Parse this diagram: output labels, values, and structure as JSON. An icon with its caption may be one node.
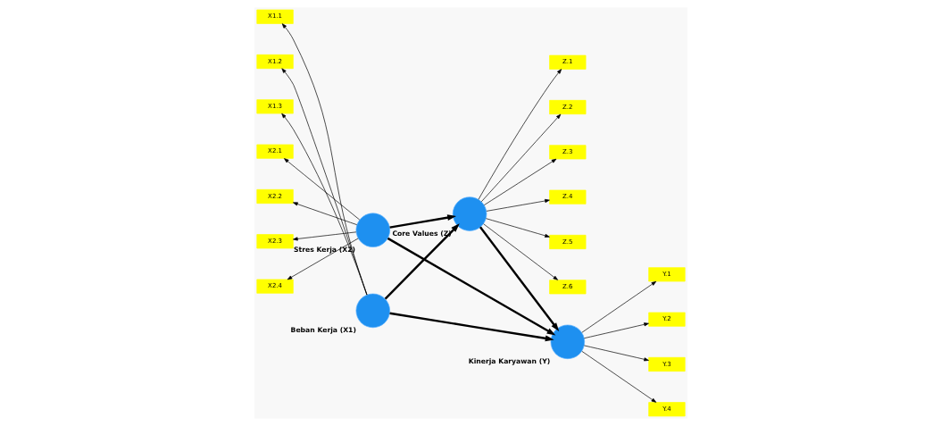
{
  "diagram": {
    "nodes": [
      {
        "text": [
          "X1.1"
        ]
      },
      {
        "text": [
          "X1.2"
        ]
      },
      {
        "text": [
          "X1.3"
        ]
      },
      {
        "text": [
          "Beban Kerja (X1)"
        ]
      },
      {
        "text": [
          "Z.1"
        ]
      },
      {
        "text": [
          "Z.2"
        ]
      },
      {
        "text": [
          "Z.3"
        ]
      },
      {
        "text": [
          "Z.4"
        ]
      },
      {
        "text": [
          "Z.5"
        ]
      },
      {
        "text": [
          "Z.6"
        ]
      },
      {
        "text": [
          "Y.1"
        ]
      },
      {
        "text": [
          "Y.2"
        ]
      },
      {
        "text": [
          "Y.3"
        ]
      },
      {
        "text": [
          "Y.4"
        ]
      },
      {
        "text": [
          "Core Values (Z)"
        ]
      },
      {
        "text": [
          "Kinerja Karyawan (Y)"
        ]
      },
      {
        "text": [
          "X2.1"
        ]
      },
      {
        "text": [
          "X2.2"
        ]
      },
      {
        "text": [
          "X2.3"
        ]
      },
      {
        "text": [
          "X2.4"
        ]
      },
      {
        "text": [
          "Stres Kerja (X2)"
        ]
      }
    ],
    "edges": [
      {
        "from": 3,
        "to": 0,
        "arrow": "to"
      },
      {
        "from": 3,
        "to": 1,
        "arrow": "to"
      },
      {
        "from": 3,
        "to": 2,
        "arrow": "to"
      },
      {
        "from": 14,
        "to": 4,
        "arrow": "to"
      },
      {
        "from": 14,
        "to": 5,
        "arrow": "to"
      },
      {
        "from": 14,
        "to": 6,
        "arrow": "to"
      },
      {
        "from": 14,
        "to": 7,
        "arrow": "to"
      },
      {
        "from": 14,
        "to": 8,
        "arrow": "to"
      },
      {
        "from": 14,
        "to": 9,
        "arrow": "to"
      },
      {
        "from": 15,
        "to": 10,
        "arrow": "to"
      },
      {
        "from": 15,
        "to": 11,
        "arrow": "to"
      },
      {
        "from": 15,
        "to": 12,
        "arrow": "to"
      },
      {
        "from": 15,
        "to": 13,
        "arrow": "to"
      },
      {
        "from": 20,
        "to": 16,
        "arrow": "to"
      },
      {
        "from": 20,
        "to": 17,
        "arrow": "to"
      },
      {
        "from": 20,
        "to": 18,
        "arrow": "to"
      },
      {
        "from": 20,
        "to": 19,
        "arrow": "to"
      },
      {
        "from": 3,
        "to": 14,
        "arrow": "to",
        "style": "thick"
      },
      {
        "from": 3,
        "to": 15,
        "arrow": "to",
        "style": "thick"
      },
      {
        "from": 20,
        "to": 14,
        "arrow": "to",
        "style": "thick"
      },
      {
        "from": 20,
        "to": 15,
        "arrow": "to",
        "style": "thick"
      },
      {
        "from": 14,
        "to": 15,
        "arrow": "to",
        "style": "thick"
      }
    ]
  }
}
